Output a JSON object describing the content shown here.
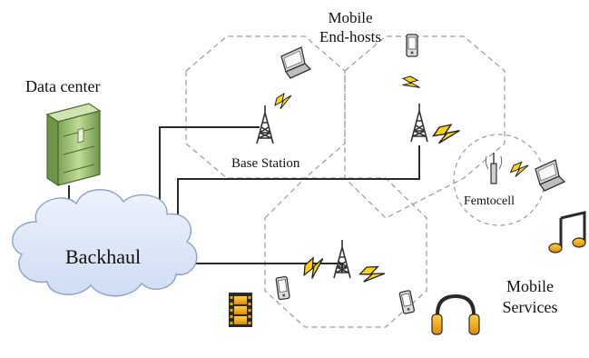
{
  "labels": {
    "data_center": "Data center",
    "mobile_end_hosts_line1": "Mobile",
    "mobile_end_hosts_line2": "End-hosts",
    "base_station": "Base Station",
    "femtocell": "Femtocell",
    "backhaul": "Backhaul",
    "mobile_services_line1": "Mobile",
    "mobile_services_line2": "Services"
  },
  "icons": [
    "server-rack-icon",
    "cloud-icon",
    "cell-tower-icon",
    "laptop-icon",
    "smartphone-icon",
    "lightning-bolt-icon",
    "femtocell-antenna-icon",
    "film-strip-icon",
    "headphones-icon",
    "music-note-icon"
  ],
  "colors": {
    "cloud_fill": "#dde7f7",
    "cloud_stroke": "#8aa2cc",
    "hex_border": "#9a9a9a",
    "link_line": "#2a2a2a",
    "bolt_fill": "#ffd21a",
    "server_green": "#9fc27a",
    "film": "#f2a500",
    "headphones": "#f2a500",
    "music": "#f2a500"
  }
}
